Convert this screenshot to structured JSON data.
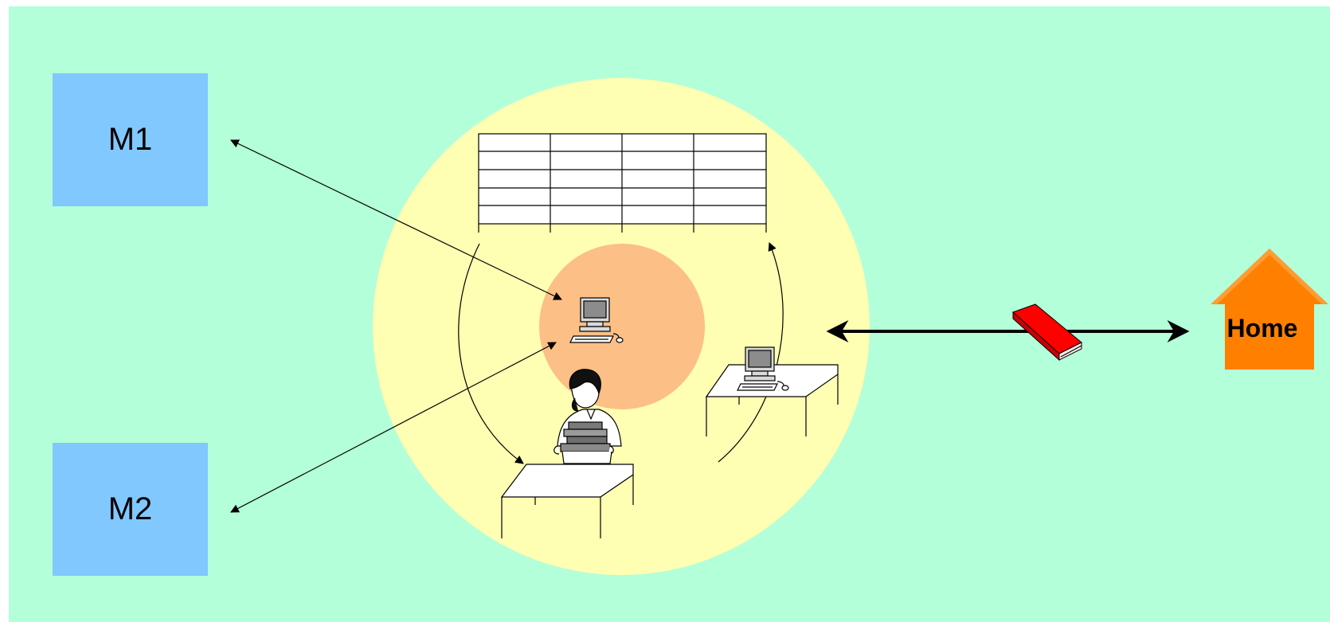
{
  "boxes": {
    "m1": {
      "label": "M1"
    },
    "m2": {
      "label": "M2"
    }
  },
  "home": {
    "label": "Home"
  },
  "icons": [
    "table-grid-icon",
    "computer-icon",
    "person-with-books-icon",
    "desk-icon",
    "book-icon",
    "house-icon"
  ],
  "colors": {
    "background_panel": "#b3ffd9",
    "outer_circle": "#ffffb3",
    "inner_circle": "#fcbf86",
    "m_boxes": "#80c8ff",
    "home": "#ff8000",
    "book": "#ff0000"
  }
}
